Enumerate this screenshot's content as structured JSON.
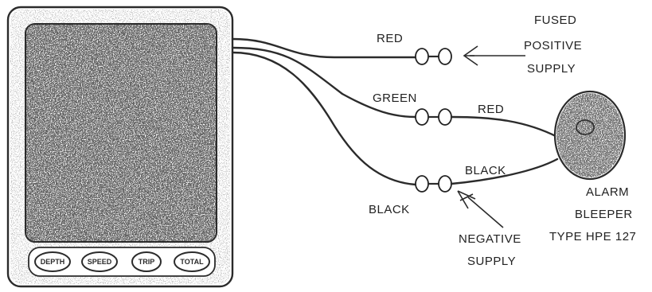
{
  "display_unit": {
    "buttons": [
      {
        "label": "DEPTH"
      },
      {
        "label": "SPEED"
      },
      {
        "label": "TRIP"
      },
      {
        "label": "TOTAL"
      }
    ]
  },
  "labels": {
    "red_wire": "RED",
    "green_wire": "GREEN",
    "black_wire": "BLACK",
    "bleeper_red": "RED",
    "bleeper_black": "BLACK",
    "supply_pos_line1": "FUSED",
    "supply_pos_line2": "POSITIVE",
    "supply_pos_line3": "SUPPLY",
    "supply_neg_line1": "NEGATIVE",
    "supply_neg_line2": "SUPPLY",
    "alarm_line1": "ALARM",
    "alarm_line2": "BLEEPER",
    "alarm_line3": "TYPE HPE 127"
  },
  "colors": {
    "ink": "#2b2b2b",
    "speckle": "#555555",
    "paper": "#ffffff"
  }
}
